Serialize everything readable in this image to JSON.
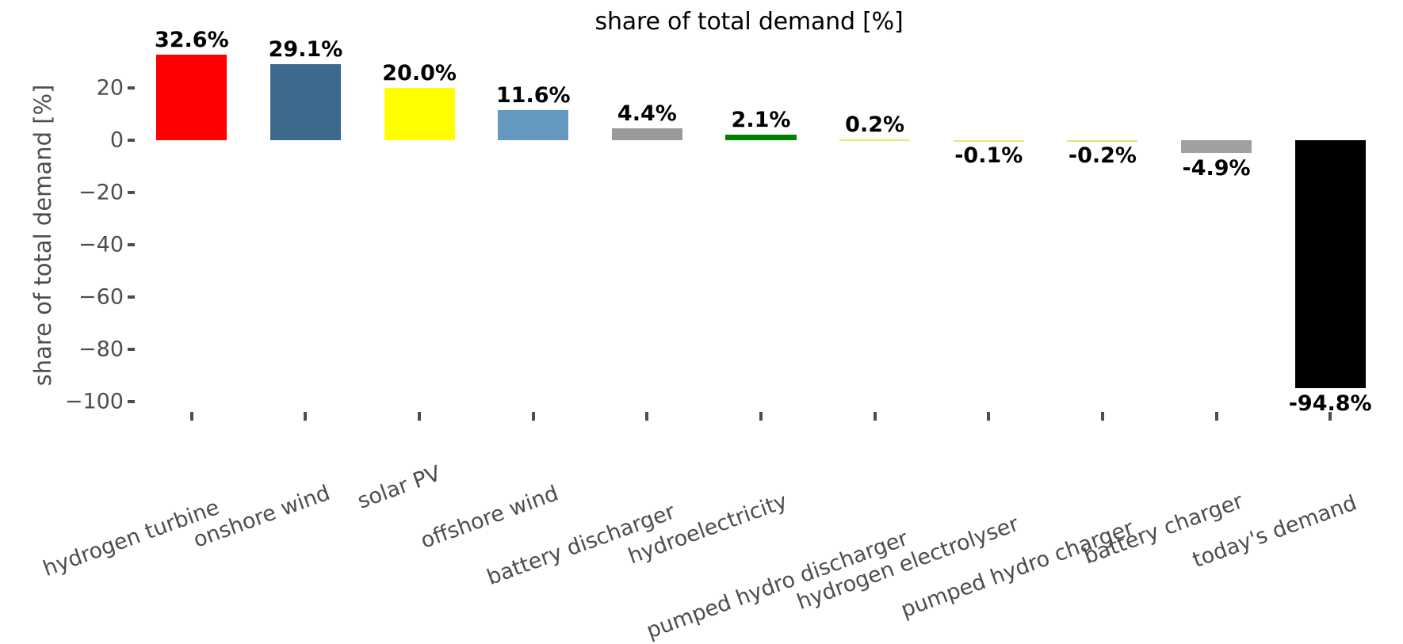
{
  "chart_data": {
    "type": "bar",
    "title": "share of total demand [%]",
    "xlabel": "",
    "ylabel": "share of total demand [%]",
    "ylim": [
      -104,
      36
    ],
    "yticks": [
      20,
      0,
      -20,
      -40,
      -60,
      -80,
      -100
    ],
    "ytick_labels": [
      "20",
      "0",
      "−20",
      "−40",
      "−60",
      "−80",
      "−100"
    ],
    "grid": false,
    "legend": "none",
    "categories": [
      "hydrogen turbine",
      "onshore wind",
      "solar PV",
      "offshore wind",
      "battery discharger",
      "hydroelectricity",
      "pumped hydro discharger",
      "hydrogen electrolyser",
      "pumped hydro charger",
      "battery charger",
      "today's demand"
    ],
    "values": [
      32.6,
      29.1,
      20.0,
      11.6,
      4.4,
      2.1,
      0.2,
      -0.1,
      -0.2,
      -4.9,
      -94.8
    ],
    "value_labels": [
      "32.6%",
      "29.1%",
      "20.0%",
      "11.6%",
      "4.4%",
      "2.1%",
      "0.2%",
      "-0.1%",
      "-0.2%",
      "-4.9%",
      "-94.8%"
    ],
    "colors": [
      "#ff0000",
      "#3b6a8c",
      "#ffff00",
      "#6699bf",
      "#9a9a9a",
      "#008000",
      "#e8e86e",
      "#e8e86e",
      "#cfe87a",
      "#a0a0a0",
      "#000000"
    ]
  }
}
